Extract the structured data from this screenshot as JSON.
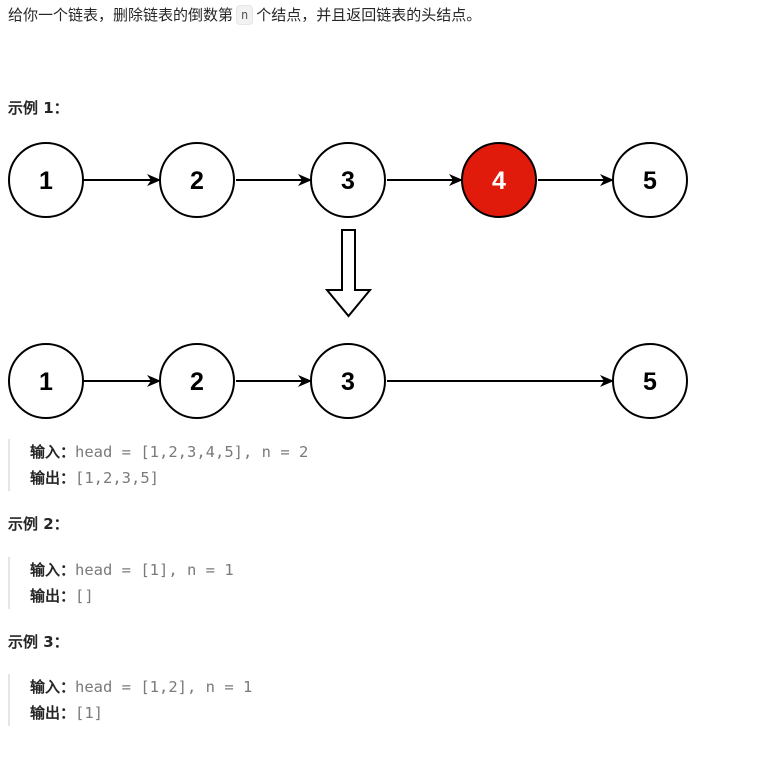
{
  "problem": {
    "desc_before": "给你一个链表，删除链表的倒数第",
    "desc_code": "n",
    "desc_after": "个结点，并且返回链表的头结点。"
  },
  "example1": {
    "title": "示例 1：",
    "diagram": {
      "before_nodes": [
        "1",
        "2",
        "3",
        "4",
        "5"
      ],
      "removed_node": "4",
      "after_nodes": [
        "1",
        "2",
        "3",
        "5"
      ],
      "removed_color": "#e01b0c",
      "node_color": "#ffffff"
    },
    "input_label": "输入：",
    "input_value": "head = [1,2,3,4,5], n = 2",
    "output_label": "输出：",
    "output_value": "[1,2,3,5]"
  },
  "example2": {
    "title": "示例 2：",
    "input_label": "输入：",
    "input_value": "head = [1], n = 1",
    "output_label": "输出：",
    "output_value": "[]"
  },
  "example3": {
    "title": "示例 3：",
    "input_label": "输入：",
    "input_value": "head = [1,2], n = 1",
    "output_label": "输出：",
    "output_value": "[1]"
  }
}
